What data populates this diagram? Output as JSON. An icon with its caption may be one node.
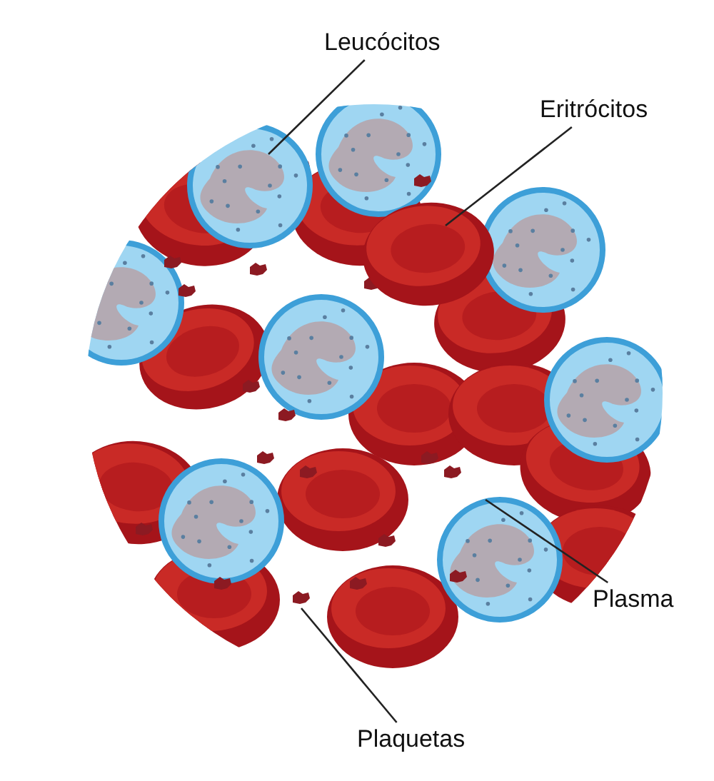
{
  "diagram": {
    "nodes": [
      {
        "text": [
          "Leucócitos"
        ]
      },
      {
        "text": [
          "Eritrócitos"
        ]
      },
      {
        "text": [
          "Plasma"
        ]
      },
      {
        "text": [
          "Plaquetas"
        ]
      },
      {
        "text": [],
        "shape": "picture"
      },
      {
        "text": [],
        "shape": "picture"
      },
      {
        "text": [],
        "shape": "picture"
      }
    ],
    "edges": [
      {
        "from": 0,
        "to": 4,
        "arrow": "none"
      },
      {
        "from": 1,
        "to": 5,
        "arrow": "none"
      },
      {
        "from": 2,
        "to": null,
        "arrow": "none"
      },
      {
        "from": 3,
        "to": 6,
        "arrow": "none"
      }
    ]
  }
}
